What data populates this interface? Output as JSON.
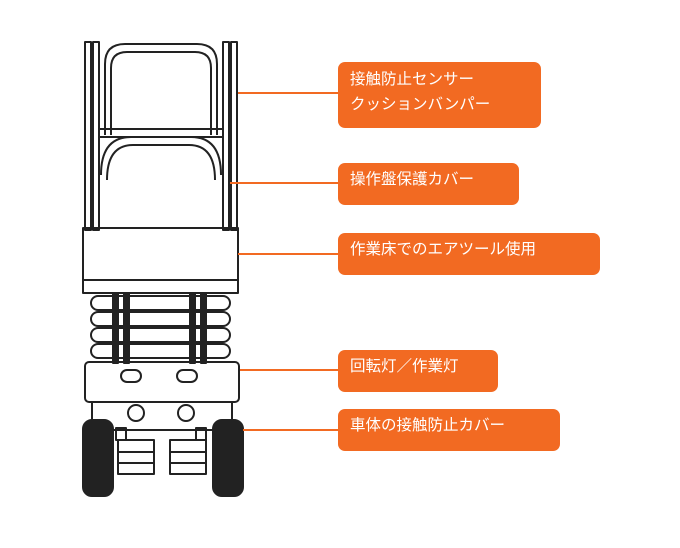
{
  "colors": {
    "accent": "#f26a22",
    "line": "#222222",
    "label_text": "#ffffff"
  },
  "callouts": [
    {
      "lines": [
        "接触防止センサー",
        "クッションバンパー"
      ]
    },
    {
      "lines": [
        "操作盤保護カバー"
      ]
    },
    {
      "lines": [
        "作業床でのエアツール使用"
      ]
    },
    {
      "lines": [
        "回転灯／作業灯"
      ]
    },
    {
      "lines": [
        "車体の接触防止カバー"
      ]
    }
  ]
}
